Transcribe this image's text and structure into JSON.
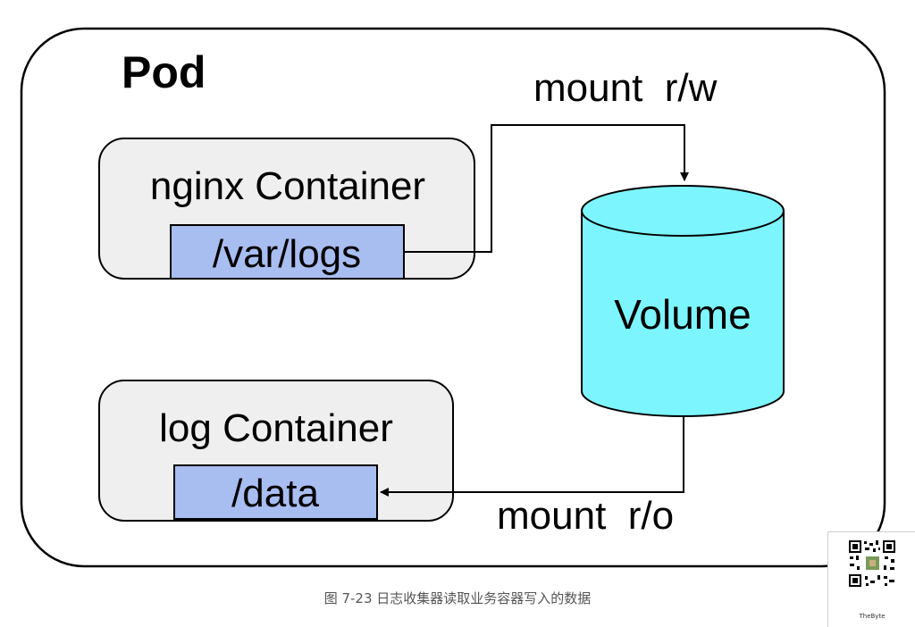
{
  "pod": {
    "title": "Pod"
  },
  "nginx_container": {
    "title": "nginx Container",
    "mount_path": "/var/logs"
  },
  "log_container": {
    "title": "log Container",
    "mount_path": "/data"
  },
  "volume": {
    "label": "Volume"
  },
  "edges": [
    {
      "from": "/var/logs",
      "to": "Volume",
      "label": "mount  r/w"
    },
    {
      "from": "Volume",
      "to": "/data",
      "label": "mount  r/o"
    }
  ],
  "caption": "图 7-23 日志收集器读取业务容器写入的数据",
  "qr": {
    "label": "TheByte"
  },
  "colors": {
    "container_fill": "#efefef",
    "path_fill": "#a8bdf0",
    "volume_fill": "#7df5ff",
    "stroke": "#000000"
  }
}
